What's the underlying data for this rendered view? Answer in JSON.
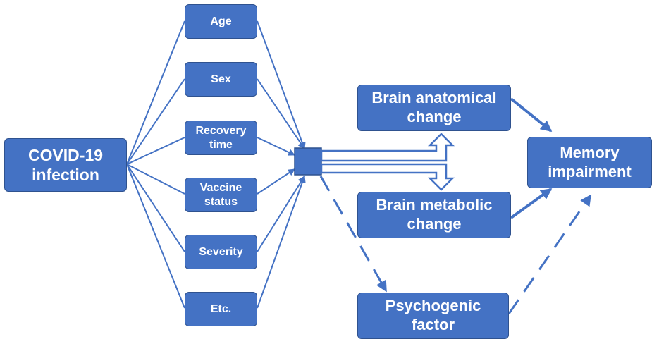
{
  "source": {
    "line1": "COVID-19",
    "line2": "infection"
  },
  "factors": [
    {
      "line1": "Age",
      "line2": ""
    },
    {
      "line1": "Sex",
      "line2": ""
    },
    {
      "line1": "Recovery",
      "line2": "time"
    },
    {
      "line1": "Vaccine",
      "line2": "status"
    },
    {
      "line1": "Severity",
      "line2": ""
    },
    {
      "line1": "Etc.",
      "line2": ""
    }
  ],
  "anatomical": {
    "line1": "Brain anatomical",
    "line2": "change"
  },
  "metabolic": {
    "line1": "Brain metabolic",
    "line2": "change"
  },
  "psychogenic": {
    "line1": "Psychogenic",
    "line2": "factor"
  },
  "outcome": {
    "line1": "Memory",
    "line2": "impairment"
  },
  "colors": {
    "box_fill": "#4472c4",
    "box_border": "#2f528f",
    "line": "#4472c4",
    "text": "#ffffff"
  }
}
